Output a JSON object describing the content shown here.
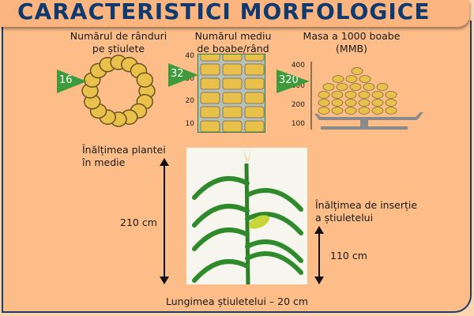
{
  "title": "CARACTERISTICI MORFOLOGICE",
  "rows": {
    "label_line1": "Numărul de rânduri",
    "label_line2": "pe știulete",
    "value": "16"
  },
  "kernels": {
    "label_line1": "Numărul mediu",
    "label_line2": "de boabe/rând",
    "value": "32",
    "ticks": [
      "40",
      "30",
      "20",
      "10"
    ]
  },
  "mmb": {
    "label_line1": "Masa a 1000 boabe",
    "label_line2": "(MMB)",
    "value": "320",
    "ticks": [
      "400",
      "300",
      "200",
      "100"
    ]
  },
  "plant_height": {
    "label_line1": "Înălțimea plantei",
    "label_line2": "în medie",
    "value": "210 cm"
  },
  "insertion_height": {
    "label_line1": "Înălțimea de inserție",
    "label_line2": "a știuletelui",
    "value": "110 cm"
  },
  "ear_length": "Lungimea știuletelui – 20 cm",
  "colors": {
    "title": "#0f3a70",
    "background": "#fdbd88",
    "marker": "#3f9a3c",
    "kernel": "#e8c04a"
  }
}
